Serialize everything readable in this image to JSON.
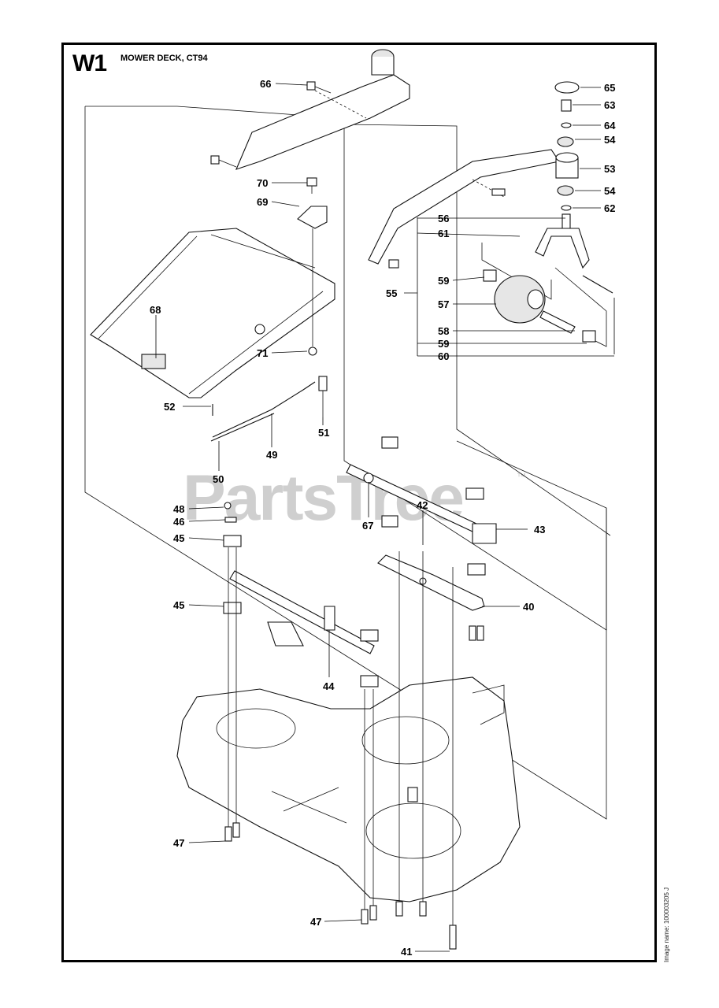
{
  "header": {
    "code": "W1",
    "title": "MOWER DECK, CT94"
  },
  "watermark": {
    "text": "PartsTree",
    "tm": "™"
  },
  "footer": {
    "image_name": "Image name: 100003205 J"
  },
  "callouts": [
    "65",
    "63",
    "64",
    "54",
    "53",
    "54",
    "62",
    "66",
    "70",
    "69",
    "56",
    "61",
    "55",
    "59",
    "57",
    "58",
    "59",
    "60",
    "68",
    "71",
    "52",
    "51",
    "49",
    "50",
    "48",
    "46",
    "45",
    "67",
    "42",
    "43",
    "45",
    "40",
    "44",
    "47",
    "47",
    "41"
  ]
}
